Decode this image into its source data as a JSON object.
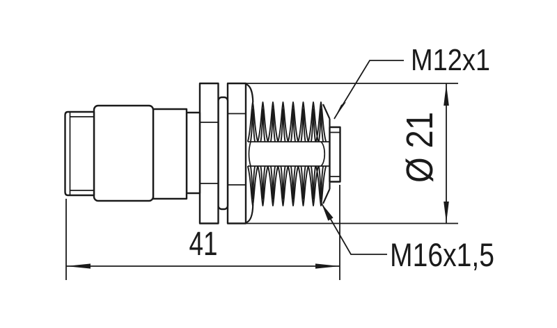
{
  "drawing": {
    "labels": {
      "front_thread": "M12x1",
      "flange_diameter": "Ø 21",
      "overall_length": "41",
      "mounting_thread": "M16x1,5"
    },
    "colors": {
      "line": "#1a1a1a",
      "background": "#ffffff"
    }
  }
}
